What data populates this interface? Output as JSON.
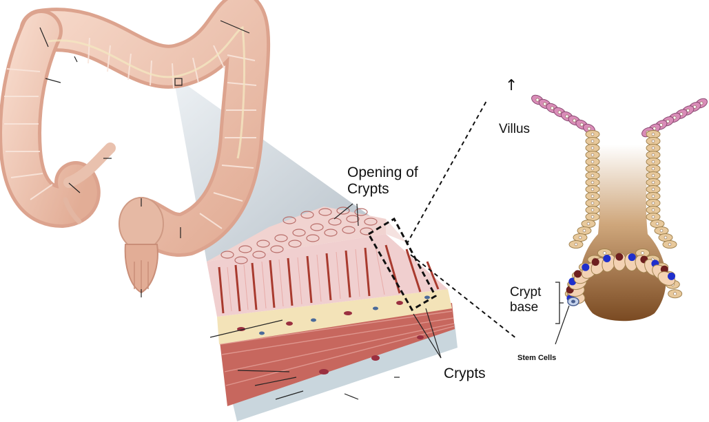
{
  "labels": {
    "opening_line1": "Opening of",
    "opening_line2": "Crypts",
    "crypts": "Crypts",
    "villus": "Villus",
    "crypt_base_line1": "Crypt",
    "crypt_base_line2": "base",
    "stem_cells": "Stem Cells"
  },
  "icons": {
    "up_arrow": "↑"
  },
  "colors": {
    "colon": "#efc7b4",
    "colon_dark": "#d9a38d",
    "colon_light": "#f7ddd0",
    "tissue_top": "#f1d2d0",
    "crypt_red": "#a83a2e",
    "submucosa": "#f3e3b8",
    "muscle": "#c7675e",
    "serosa": "#c9d6dd",
    "villus_pink": "#d98cb8",
    "crypt_cell": "#e8c99c",
    "lumen": "#9b6a3a",
    "stem_blue": "#1f2fcc",
    "paneth_maroon": "#6e1f1f",
    "zoom_cone": "#c9d1d8"
  }
}
